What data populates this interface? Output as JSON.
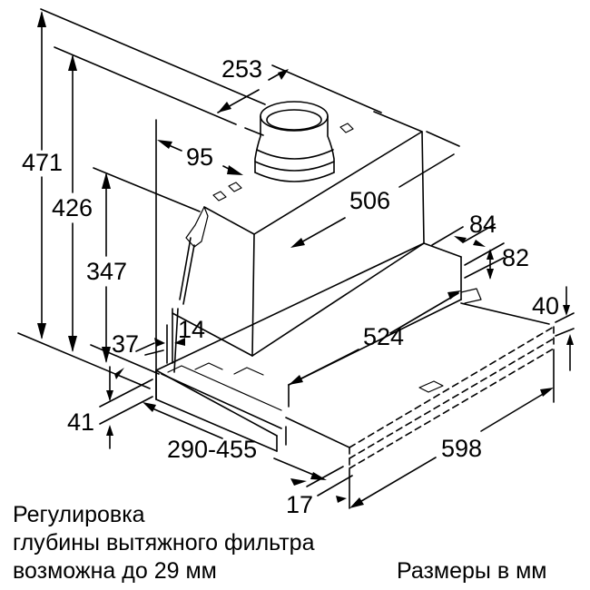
{
  "dimensions": {
    "d471": "471",
    "d426": "426",
    "d347": "347",
    "d253": "253",
    "d95": "95",
    "d506": "506",
    "d84": "84",
    "d82": "82",
    "d40": "40",
    "d37": "37",
    "d14": "14",
    "d524": "524",
    "d41": "41",
    "d290_455": "290-455",
    "d598": "598",
    "d17": "17"
  },
  "notes": {
    "filter_line1": "Регулировка",
    "filter_line2": "глубины вытяжного фильтра",
    "filter_line3": "возможна до 29 мм",
    "units": "Размеры в мм"
  }
}
